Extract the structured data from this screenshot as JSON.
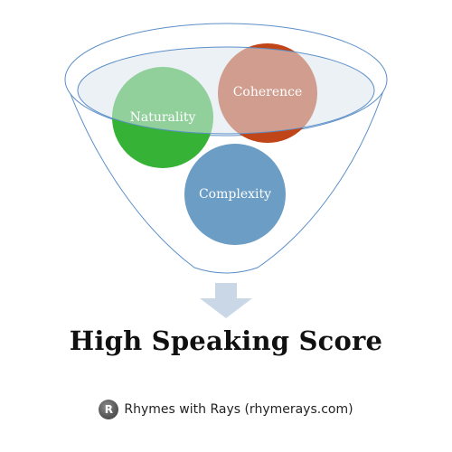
{
  "diagram": {
    "bubbles": [
      {
        "id": "naturality",
        "label": "Naturality",
        "color": "#36b336"
      },
      {
        "id": "coherence",
        "label": "Coherence",
        "color": "#c0461a"
      },
      {
        "id": "complexity",
        "label": "Complexity",
        "color": "#6b9dc5"
      }
    ],
    "funnel_stroke": "#5b8fc7",
    "funnel_rim_fill": "#dde6ee",
    "arrow_color": "#c9d7e6"
  },
  "result": {
    "title": "High Speaking Score"
  },
  "brand": {
    "logo_letter": "R",
    "text": "Rhymes with Rays (rhymerays.com)"
  }
}
